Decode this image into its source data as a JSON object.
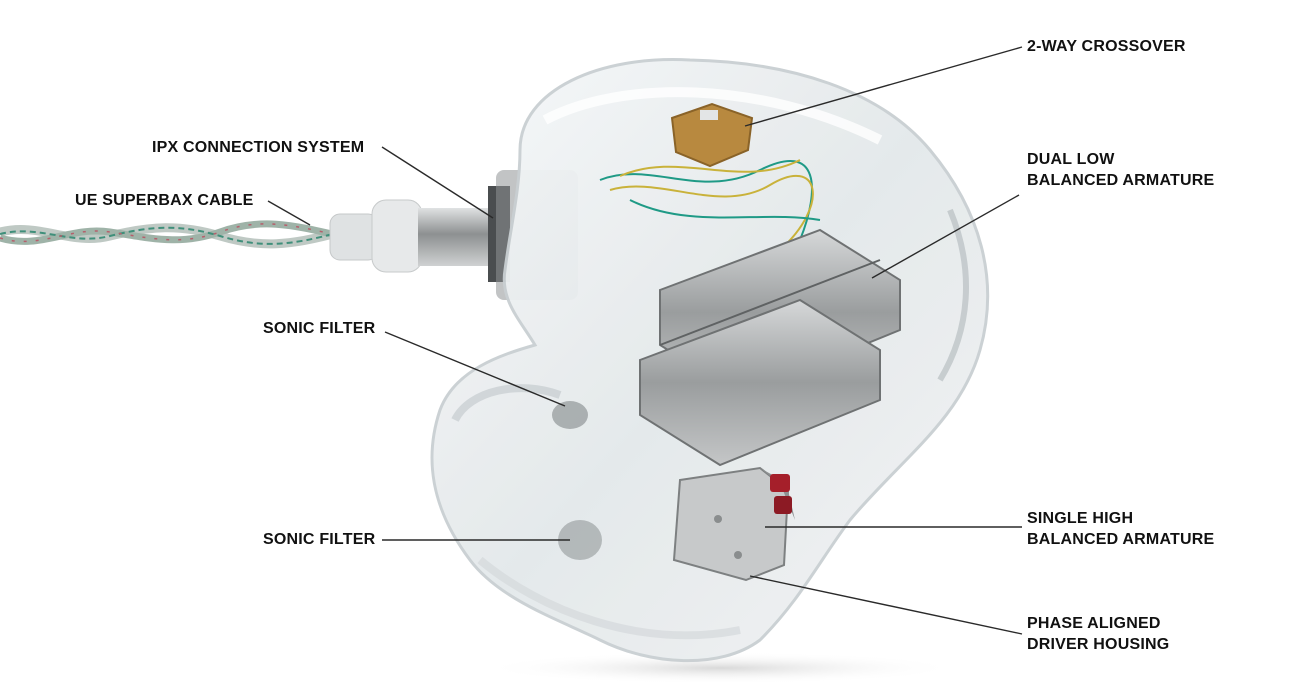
{
  "diagram": {
    "subject": "Custom in-ear monitor (transparent shell) with labeled internal components",
    "colors": {
      "background": "#ffffff",
      "label_text": "#111111",
      "leader_line": "#2a2a2a",
      "shell": "#e9eef0",
      "driver_metal": "#a9acad",
      "crossover": "#b8893f",
      "wire_green": "#1f9a86",
      "wire_yellow": "#c9b23a",
      "driver_red": "#a51f2a"
    },
    "callouts": [
      {
        "id": "two-way-crossover",
        "lines": [
          "2-WAY CROSSOVER"
        ],
        "side": "right"
      },
      {
        "id": "ipx-connection-system",
        "lines": [
          "IPX CONNECTION SYSTEM"
        ],
        "side": "left"
      },
      {
        "id": "ue-superbax-cable",
        "lines": [
          "UE SUPERBAX CABLE"
        ],
        "side": "left"
      },
      {
        "id": "dual-low-balanced-armature",
        "lines": [
          "DUAL LOW",
          "BALANCED ARMATURE"
        ],
        "side": "right"
      },
      {
        "id": "sonic-filter-upper",
        "lines": [
          "SONIC FILTER"
        ],
        "side": "left"
      },
      {
        "id": "sonic-filter-lower",
        "lines": [
          "SONIC FILTER"
        ],
        "side": "left"
      },
      {
        "id": "single-high-balanced-armature",
        "lines": [
          "SINGLE HIGH",
          "BALANCED ARMATURE"
        ],
        "side": "right"
      },
      {
        "id": "phase-aligned-driver-housing",
        "lines": [
          "PHASE ALIGNED",
          "DRIVER HOUSING"
        ],
        "side": "right"
      }
    ]
  }
}
